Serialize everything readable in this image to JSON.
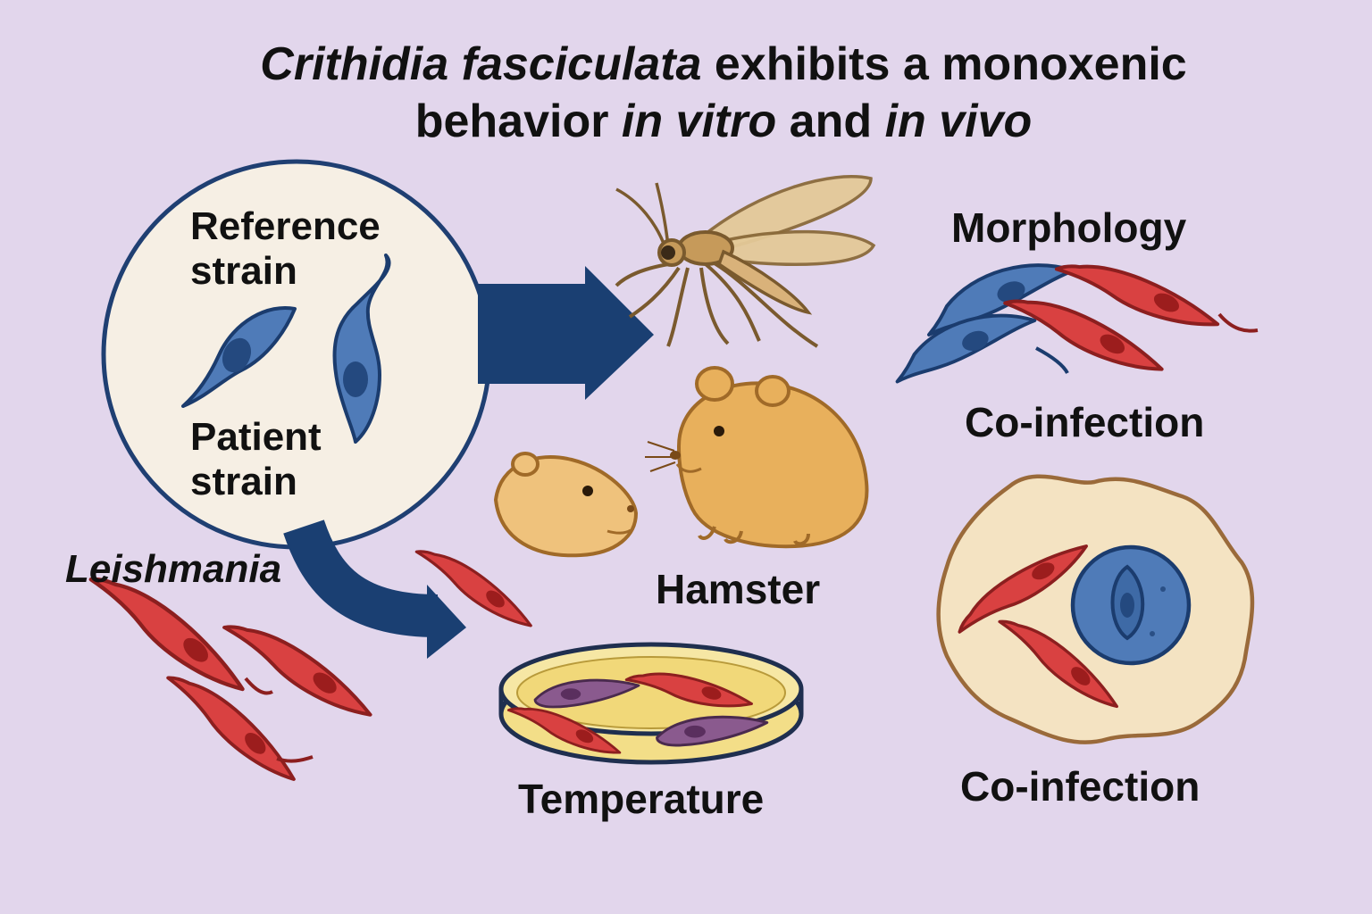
{
  "title": {
    "line1_italic": "Crithidia fasciculata",
    "line1_rest": " exhibits a monoxenic",
    "line2_a": "behavior ",
    "line2_italic1": "in vitro",
    "line2_b": " and ",
    "line2_italic2": "in vivo"
  },
  "labels": {
    "reference_strain_1": "Reference",
    "reference_strain_2": "strain",
    "patient_strain_1": "Patient",
    "patient_strain_2": "strain",
    "leishmania": "Leishmania",
    "morphology": "Morphology",
    "coinfection_top": "Co-infection",
    "coinfection_bottom": "Co-infection",
    "hamster": "Hamster",
    "temperature": "Temperature"
  },
  "colors": {
    "background": "#e2d6ec",
    "arrow": "#1a3f72",
    "crithidia_blue": "#4f7bb8",
    "leishmania_red": "#d94141",
    "hamster": "#e8b05c",
    "circle_fill": "#f6efe4"
  },
  "icons": [
    "sandfly-icon",
    "hamster-icon",
    "petri-dish-icon",
    "macrophage-icon"
  ]
}
